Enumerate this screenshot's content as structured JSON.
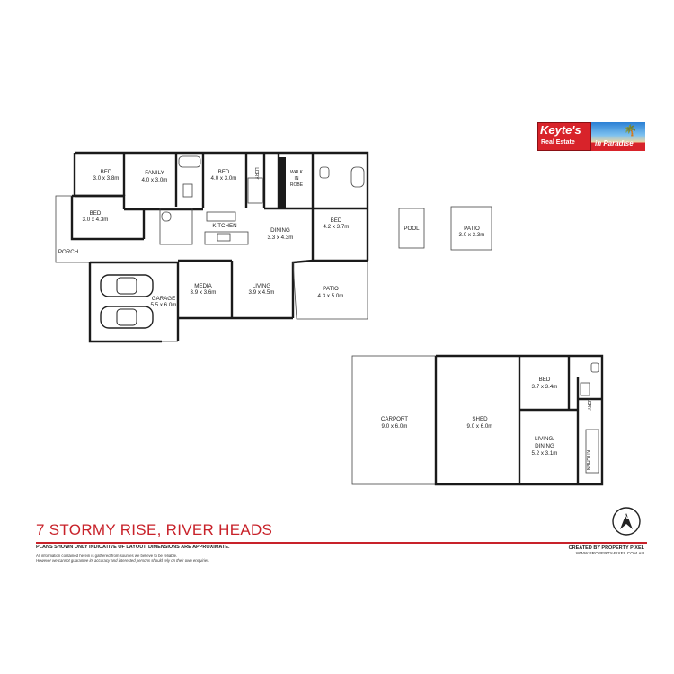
{
  "rooms": {
    "bed1": {
      "name": "BED",
      "size": "3.0 x 3.8m"
    },
    "family": {
      "name": "FAMILY",
      "size": "4.0 x 3.0m"
    },
    "bed2": {
      "name": "BED",
      "size": "4.0 x 3.0m"
    },
    "bed3": {
      "name": "BED",
      "size": "3.0 x 4.3m"
    },
    "kitchen": {
      "name": "KITCHEN"
    },
    "ldry": {
      "name": "LDRY"
    },
    "robe": {
      "line1": "WALK",
      "line2": "IN",
      "line3": "ROBE"
    },
    "dining": {
      "name": "DINING",
      "size": "3.3 x 4.3m"
    },
    "bed4": {
      "name": "BED",
      "size": "4.2 x 3.7m"
    },
    "porch": {
      "name": "PORCH"
    },
    "media": {
      "name": "MEDIA",
      "size": "3.9 x 3.6m"
    },
    "living": {
      "name": "LIVING",
      "size": "3.9 x 4.5m"
    },
    "garage": {
      "name": "GARAGE",
      "size": "5.5 x 6.0m"
    },
    "patio_main": {
      "name": "PATIO",
      "size": "4.3 x 5.0m"
    },
    "pool": {
      "name": "POOL"
    },
    "patio_pool": {
      "name": "PATIO",
      "size": "3.0 x 3.3m"
    },
    "carport": {
      "name": "CARPORT",
      "size": "9.0 x 6.0m"
    },
    "shed": {
      "name": "SHED",
      "size": "9.0 x 6.0m"
    },
    "bed5": {
      "name": "BED",
      "size": "3.7 x 3.4m"
    },
    "ldry2": {
      "name": "LDRY"
    },
    "living_dining": {
      "line1": "LIVING/",
      "line2": "DINING",
      "size": "5.2 x 3.1m"
    },
    "kitchen2": {
      "name": "KITCHEN"
    }
  },
  "logo": {
    "name": "Keyte's",
    "sub": "Real Estate",
    "tag": "in Paradise"
  },
  "footer": {
    "address": "7 STORMY RISE, RIVER HEADS",
    "disclaimer_title": "PLANS SHOWN ONLY INDICATIVE OF LAYOUT.  DIMENSIONS ARE APPROXIMATE.",
    "disclaimer_line1": "All information contained herein is gathered from sources we believe to be reliable.",
    "disclaimer_line2": "However we cannot guarantee its accuracy and interested persons should rely on their own enquiries.",
    "credit_name": "CREATED BY PROPERTY PIXEL",
    "credit_url": "WWW.PROPERTY-PIXEL.COM.AU"
  },
  "compass": {
    "letter": "N"
  },
  "colors": {
    "accent": "#c8222a",
    "wall": "#1a1a1a"
  }
}
